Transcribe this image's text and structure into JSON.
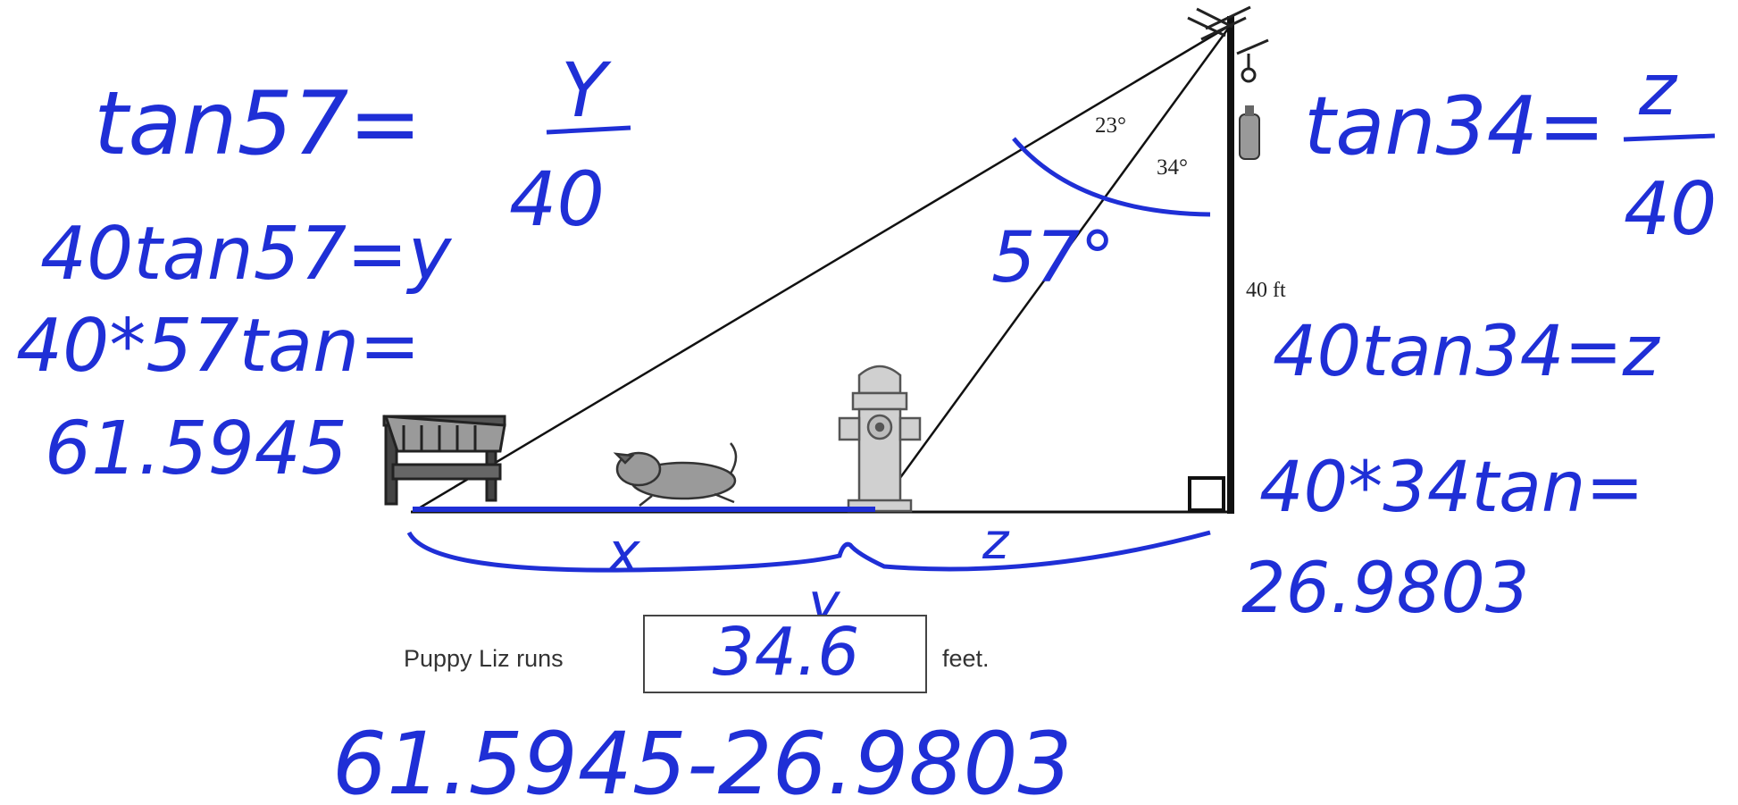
{
  "colors": {
    "ink": "#1f2fd6",
    "print": "#222222",
    "line": "#111111"
  },
  "equations_left": {
    "l1_lhs": "tan57=",
    "l1_num": "Y",
    "l1_den": "40",
    "l2": "40tan57=y",
    "l3": "40*57tan=",
    "l4": "61.5945"
  },
  "equations_right": {
    "r1_lhs": "tan34=",
    "r1_num": "z",
    "r1_den": "40",
    "r2": "40tan34=z",
    "r3": "40*34tan=",
    "r4": "26.9803"
  },
  "diagram": {
    "angle_23": "23°",
    "angle_34": "34°",
    "angle_57": "57°",
    "height_label": "40 ft",
    "seg_x": "x",
    "seg_z": "z",
    "seg_y": "y"
  },
  "answer": {
    "prefix": "Puppy Liz runs",
    "value": "34.6",
    "suffix": "feet."
  },
  "bottom_work": "61.5945-26.9803"
}
